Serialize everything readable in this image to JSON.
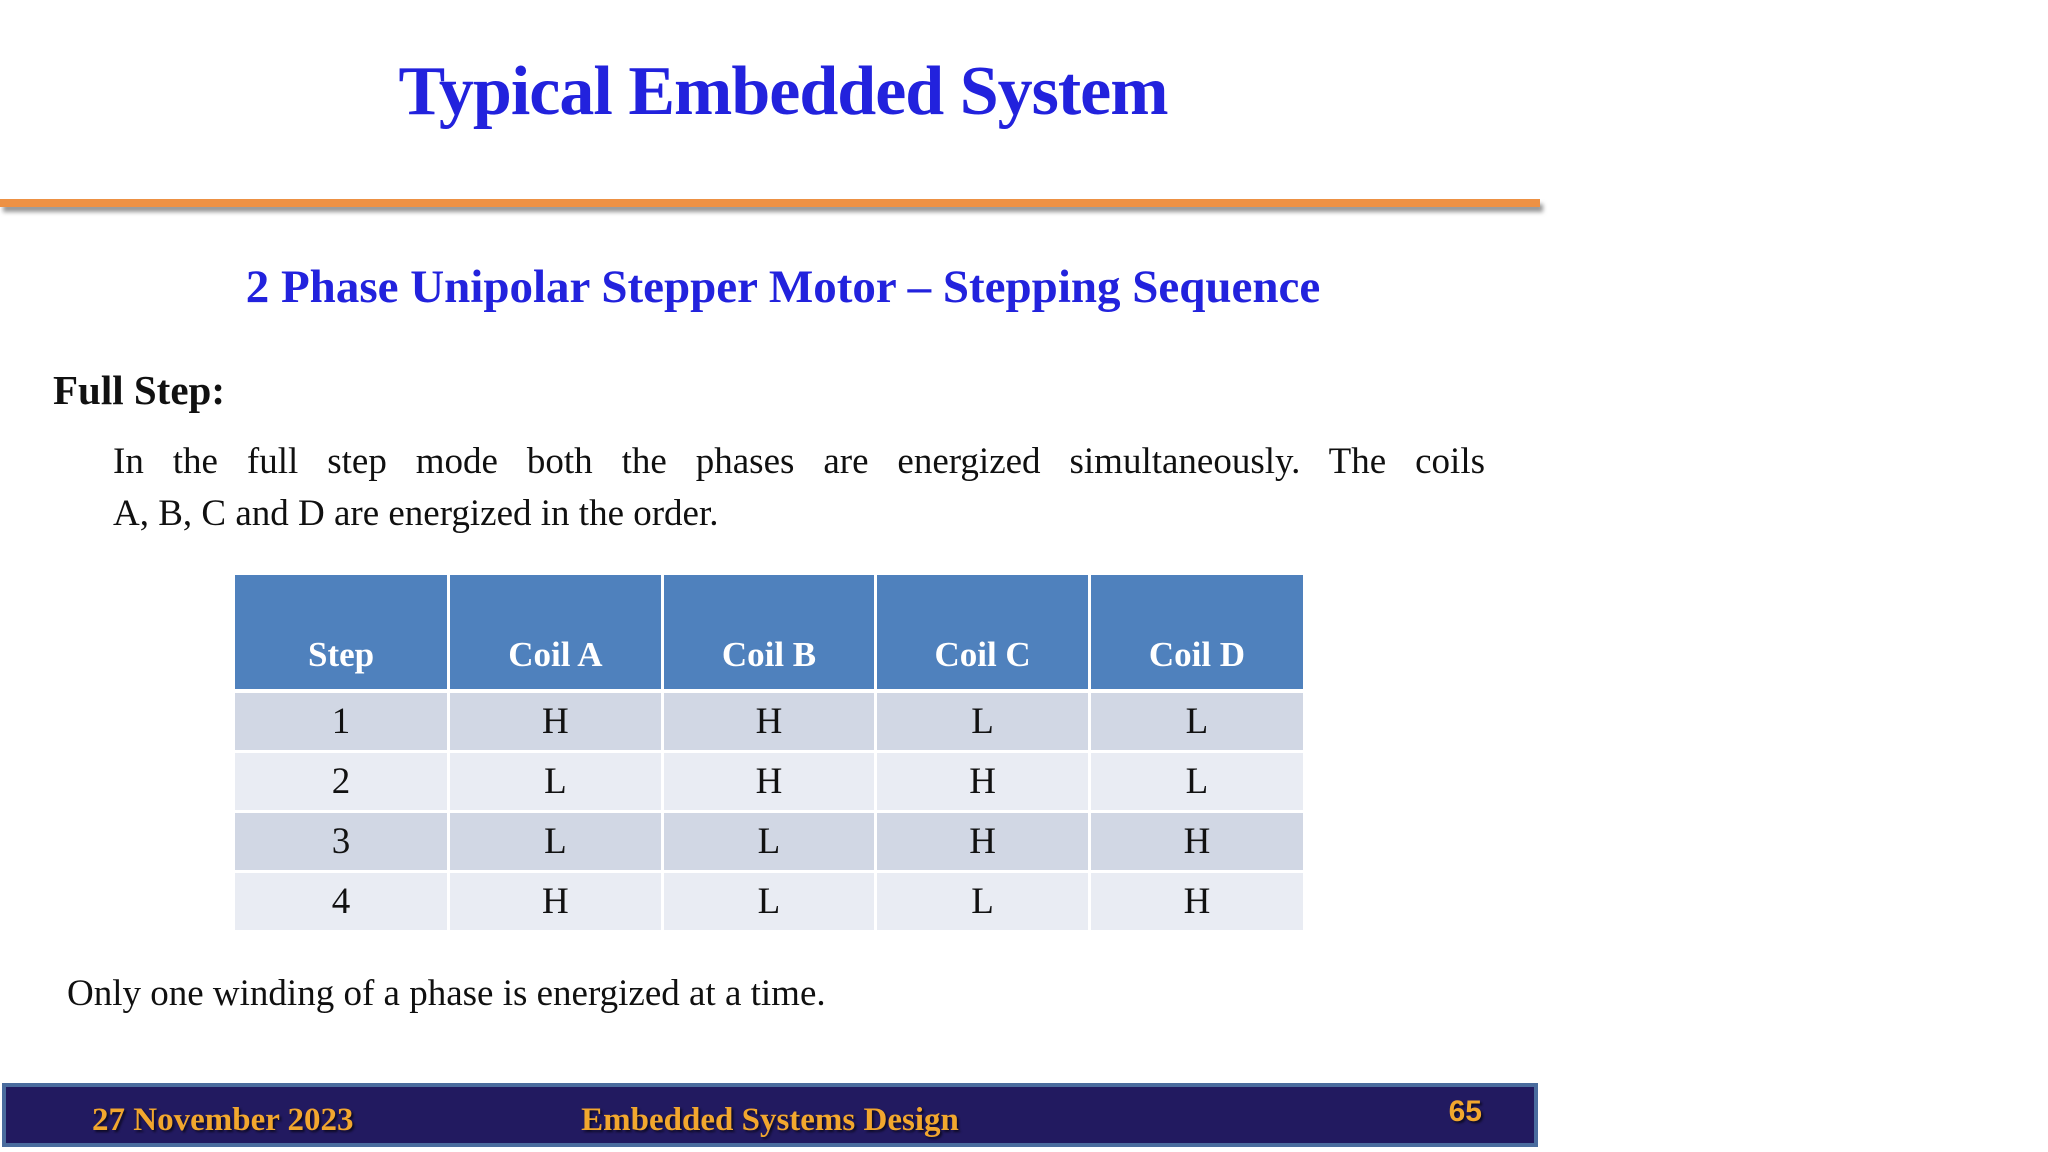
{
  "slide": {
    "title": "Typical Embedded System",
    "subtitle": "2 Phase Unipolar Stepper Motor – Stepping Sequence",
    "section_heading": "Full Step:",
    "paragraph_lines": [
      "In the full step mode both the phases are energized simultaneously. The coils",
      "A, B, C and D are energized in the order."
    ],
    "note": "Only one winding of a phase is energized at a time."
  },
  "table": {
    "headers": [
      "Step",
      "Coil A",
      "Coil B",
      "Coil C",
      "Coil D"
    ],
    "rows": [
      [
        "1",
        "H",
        "H",
        "L",
        "L"
      ],
      [
        "2",
        "L",
        "H",
        "H",
        "L"
      ],
      [
        "3",
        "L",
        "L",
        "H",
        "H"
      ],
      [
        "4",
        "H",
        "L",
        "L",
        "H"
      ]
    ]
  },
  "footer": {
    "date": "27 November 2023",
    "course": "Embedded Systems Design",
    "page_number": "65"
  },
  "colors": {
    "accent_blue": "#2222DD",
    "divider_orange": "#ED9144",
    "table_header_bg": "#4F81BD",
    "table_row_odd": "#D1D7E4",
    "table_row_even": "#E9ECF3",
    "footer_bg": "#221A60",
    "footer_border": "#4A6C9E",
    "footer_text": "#F2A72E"
  }
}
